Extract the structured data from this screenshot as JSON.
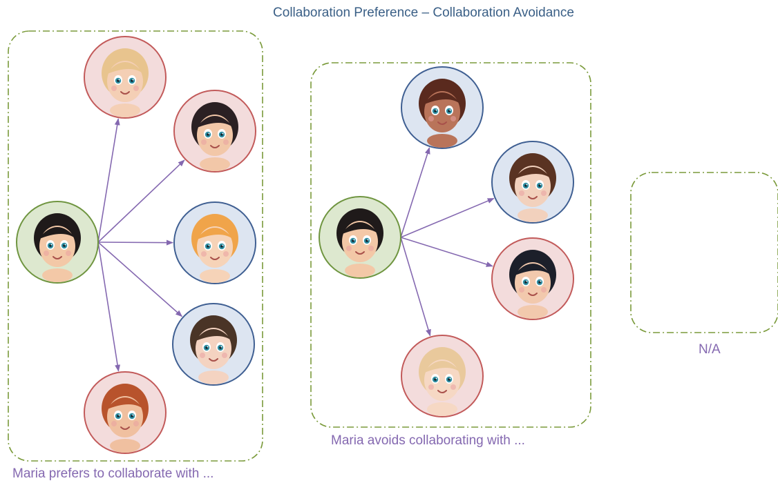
{
  "title": "Collaboration Preference – Collaboration Avoidance",
  "colors": {
    "arrow": "#8468b0",
    "box_border": "#7a9a3a",
    "center": {
      "fill": "#dde8cf",
      "stroke": "#6f9540"
    },
    "girl": {
      "fill": "#f3dcdc",
      "stroke": "#c25a5a"
    },
    "boy": {
      "fill": "#dde5f1",
      "stroke": "#3f5f92"
    }
  },
  "groups": [
    {
      "id": "prefer",
      "caption": "Maria prefers to collaborate with ...",
      "center": {
        "role": "maria-avatar",
        "hair": "#1f1a1a",
        "skin": "#f3c8a7"
      },
      "targets": [
        {
          "role": "child-blond-boy",
          "kind": "girl",
          "hair": "#e8c48e",
          "skin": "#f4cfb5"
        },
        {
          "role": "child-pigtail-girl",
          "kind": "girl",
          "hair": "#2b2023",
          "skin": "#f2c7a8"
        },
        {
          "role": "child-ginger-boy",
          "kind": "boy",
          "hair": "#f0a44a",
          "skin": "#f6d3b8"
        },
        {
          "role": "child-brunette-boy",
          "kind": "boy",
          "hair": "#4a3426",
          "skin": "#f4d3c1"
        },
        {
          "role": "child-redhead-girl",
          "kind": "girl",
          "hair": "#b8532c",
          "skin": "#f0c0a0"
        }
      ]
    },
    {
      "id": "avoid",
      "caption": "Maria avoids collaborating with ...",
      "center": {
        "role": "maria-avatar",
        "hair": "#1f1a1a",
        "skin": "#f3c8a7"
      },
      "targets": [
        {
          "role": "child-glasses-boy",
          "kind": "boy",
          "hair": "#5a2a1e",
          "skin": "#b9745a"
        },
        {
          "role": "child-teen-boy",
          "kind": "boy",
          "hair": "#5a3322",
          "skin": "#f2d1bd"
        },
        {
          "role": "child-black-hair-girl",
          "kind": "girl",
          "hair": "#1c1f2a",
          "skin": "#f2c9ad"
        },
        {
          "role": "child-blonde-girl",
          "kind": "girl",
          "hair": "#e9c99c",
          "skin": "#f6d8c4"
        }
      ]
    },
    {
      "id": "na",
      "caption": "N/A",
      "center": null,
      "targets": []
    }
  ]
}
